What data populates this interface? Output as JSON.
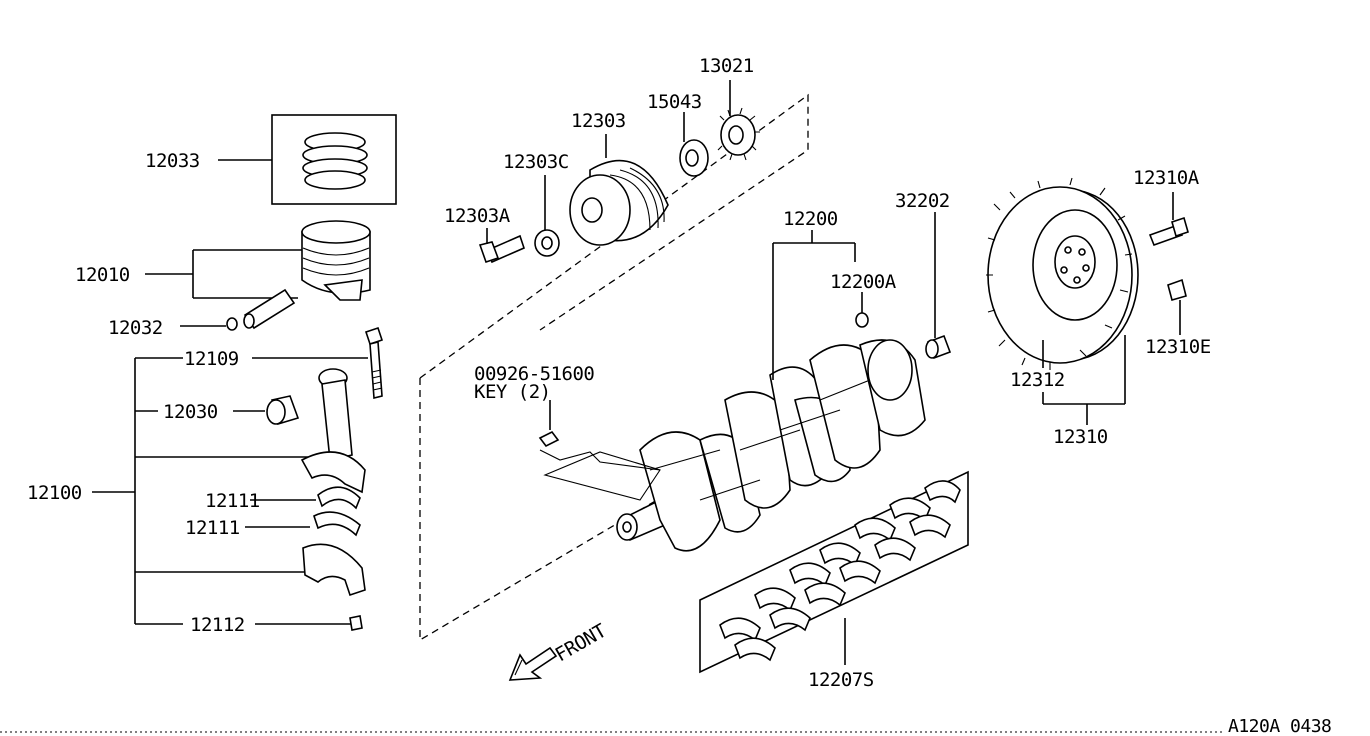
{
  "labels": {
    "p12033": "12033",
    "p12010": "12010",
    "p12032": "12032",
    "p12109": "12109",
    "p12030": "12030",
    "p12100": "12100",
    "p12111a": "12111",
    "p12111b": "12111",
    "p12112": "12112",
    "p12303a": "12303A",
    "p12303c": "12303C",
    "p12303": "12303",
    "p15043": "15043",
    "p13021": "13021",
    "p12200": "12200",
    "p12200a": "12200A",
    "p32202": "32202",
    "p00926": "00926-51600",
    "key": "KEY (2)",
    "p12207s": "12207S",
    "p12310a": "12310A",
    "p12310e": "12310E",
    "p12312": "12312",
    "p12310": "12310",
    "front": "FRONT",
    "ref": "A120A 0438"
  }
}
